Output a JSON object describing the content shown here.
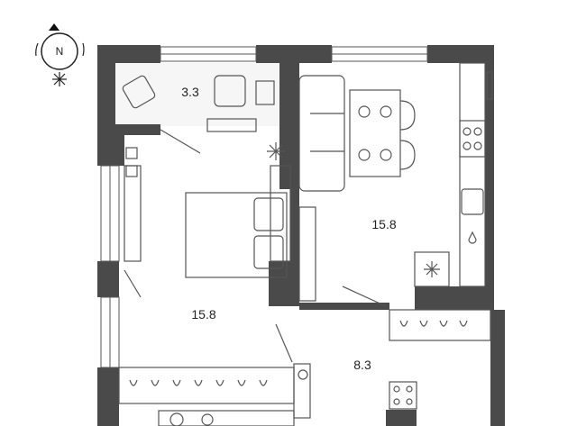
{
  "compass": {
    "letter": "N"
  },
  "rooms": [
    {
      "id": "balcony",
      "area": "3.3"
    },
    {
      "id": "bedroom",
      "area": "15.8"
    },
    {
      "id": "living-kitchen",
      "area": "15.8"
    },
    {
      "id": "hallway",
      "area": "8.3"
    }
  ],
  "colors": {
    "wall": "#4a4a4a",
    "line": "#555555",
    "floor": "#f6f6f6"
  }
}
